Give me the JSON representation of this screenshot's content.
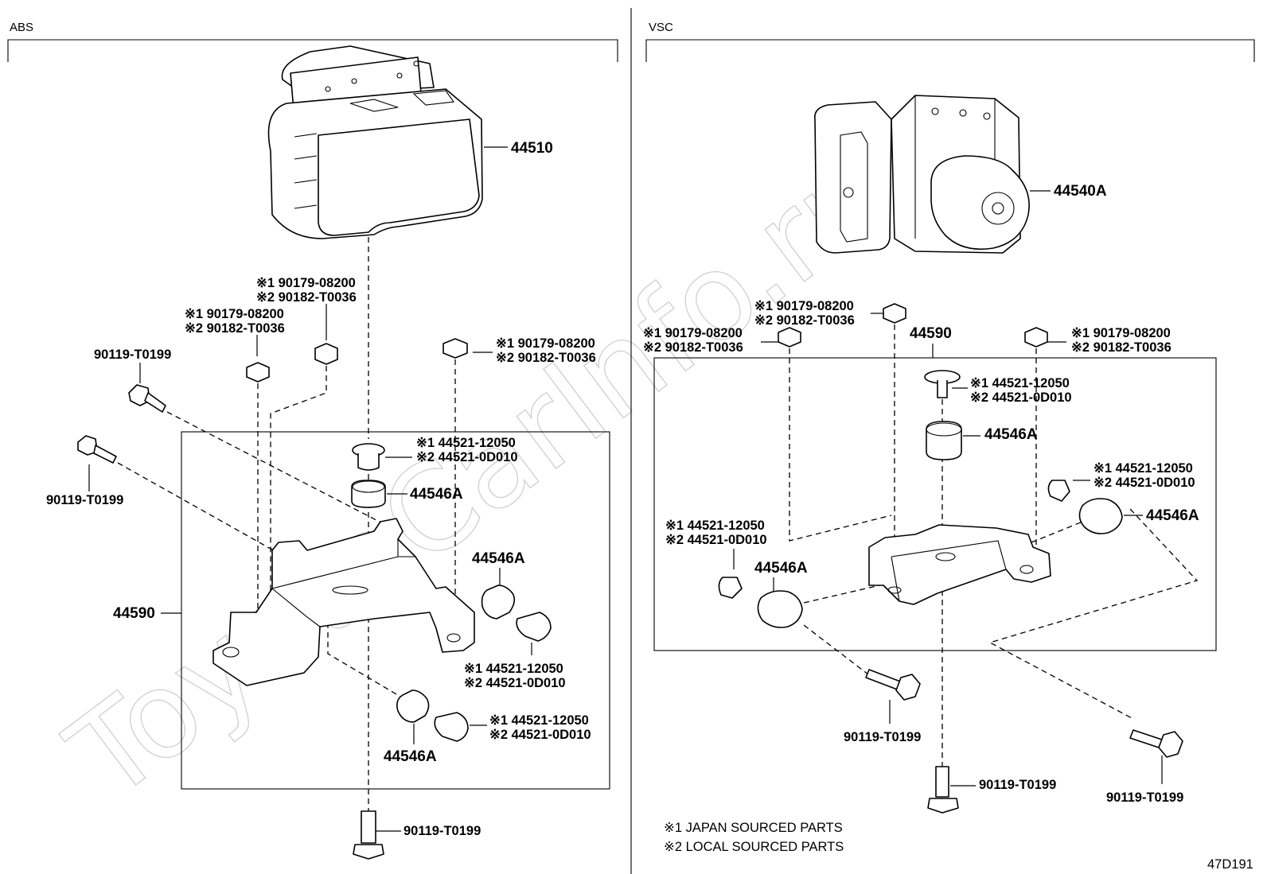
{
  "sections": {
    "abs": {
      "title": "ABS"
    },
    "vsc": {
      "title": "VSC"
    }
  },
  "labels": {
    "abs_actuator": "44510",
    "vsc_actuator": "44540A",
    "abs_bracket": "44590",
    "vsc_bracket": "44590",
    "cushion": "44546A",
    "bolt": "90119-T0199",
    "nut_pair": {
      "line1": "※1 90179-08200",
      "line2": "※2 90182-T0036"
    },
    "collar_pair": {
      "line1": "※1 44521-12050",
      "line2": "※2 44521-0D010"
    }
  },
  "notes": {
    "note1": "※1 JAPAN SOURCED PARTS",
    "note2": "※2 LOCAL SOURCED PARTS"
  },
  "watermark": "ToyotaCarInfo.ru",
  "figure_code": "47D191"
}
